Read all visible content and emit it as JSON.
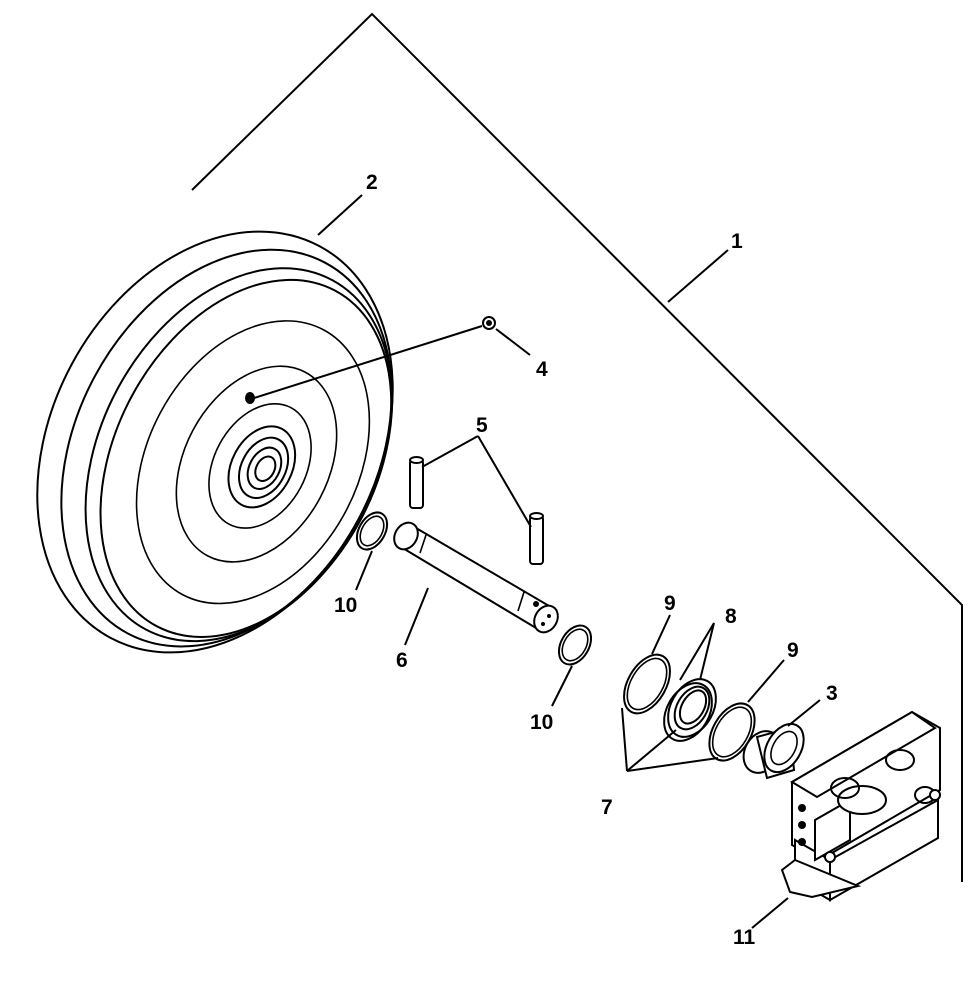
{
  "diagram": {
    "callouts": [
      "1",
      "2",
      "3",
      "4",
      "5",
      "6",
      "7",
      "8",
      "9",
      "9",
      "10",
      "10",
      "11"
    ]
  }
}
